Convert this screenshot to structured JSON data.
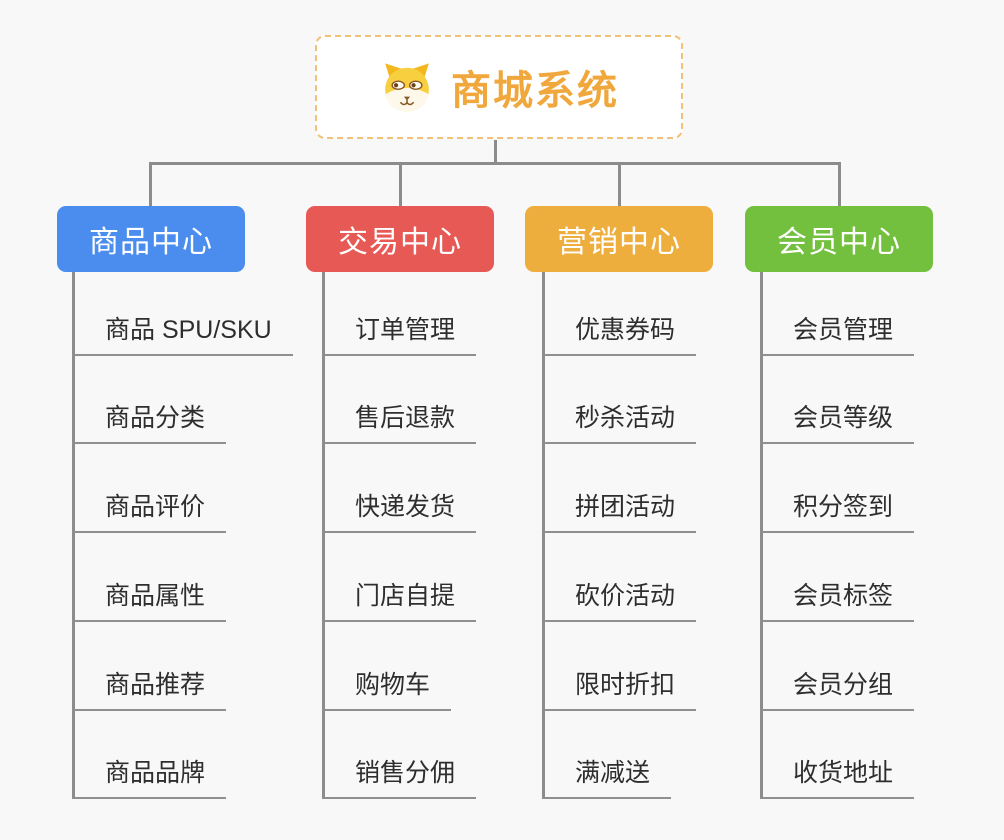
{
  "root": {
    "title": "商城系统",
    "icon": "dog-face-icon"
  },
  "branches": [
    {
      "title": "商品中心",
      "color": "#4a8def",
      "items": [
        "商品 SPU/SKU",
        "商品分类",
        "商品评价",
        "商品属性",
        "商品推荐",
        "商品品牌"
      ]
    },
    {
      "title": "交易中心",
      "color": "#e75955",
      "items": [
        "订单管理",
        "售后退款",
        "快递发货",
        "门店自提",
        "购物车",
        "销售分佣"
      ]
    },
    {
      "title": "营销中心",
      "color": "#edae3d",
      "items": [
        "优惠券码",
        "秒杀活动",
        "拼团活动",
        "砍价活动",
        "限时折扣",
        "满减送"
      ]
    },
    {
      "title": "会员中心",
      "color": "#73bf3e",
      "items": [
        "会员管理",
        "会员等级",
        "积分签到",
        "会员标签",
        "会员分组",
        "收货地址"
      ]
    }
  ],
  "colors": {
    "background": "#f8f8f8",
    "connector": "#8c8c8c",
    "underline": "#8f8f8f",
    "item_text": "#2e2e2e",
    "root_title": "#f0a73c",
    "root_border": "#f2c179"
  }
}
